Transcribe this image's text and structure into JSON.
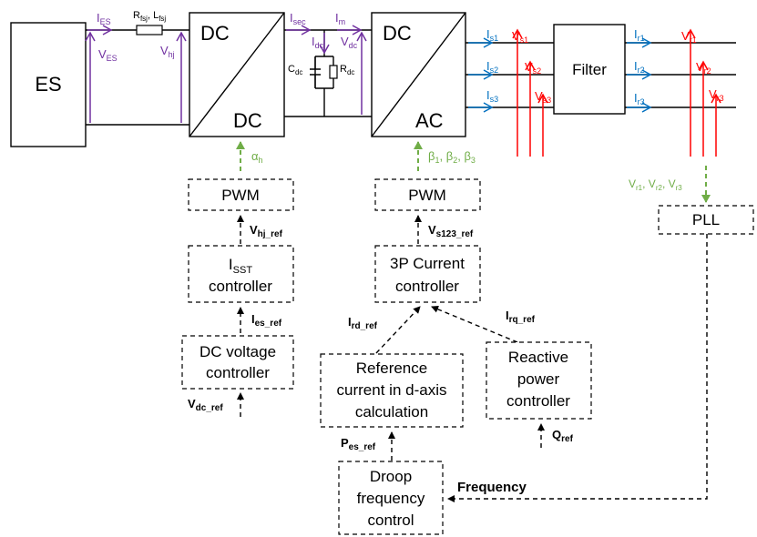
{
  "colors": {
    "voltage_current_dc": "#7030a0",
    "current_ac": "#0070c0",
    "voltage_ac": "#ff0000",
    "gating_signal": "#70ad47",
    "line": "#000000"
  },
  "blocks": {
    "es": "ES",
    "dcdc_top": "DC",
    "dcdc_bottom": "DC",
    "dcac_top": "DC",
    "dcac_bottom": "AC",
    "filter": "Filter",
    "pwm1": "PWM",
    "isst_main": "I",
    "isst_sub": "SST",
    "isst_line2": "controller",
    "dcv_line1": "DC voltage",
    "dcv_line2": "controller",
    "pwm2": "PWM",
    "cc_line1": "3P Current",
    "cc_line2": "controller",
    "refcur_line1": "Reference",
    "refcur_line2": "current in d-axis",
    "refcur_line3": "calculation",
    "rpc_line1": "Reactive",
    "rpc_line2": "power",
    "rpc_line3": "controller",
    "droop_line1": "Droop",
    "droop_line2": "frequency",
    "droop_line3": "control",
    "pll": "PLL"
  },
  "dc_link": {
    "ies": {
      "main": "I",
      "sub": "ES"
    },
    "ves": {
      "main": "V",
      "sub": "ES"
    },
    "r_fsj": {
      "main": "R",
      "sub": "fsj"
    },
    "comma_sep": ", ",
    "l_fsj": {
      "main": "L",
      "sub": "fsj"
    },
    "vhj": {
      "main": "V",
      "sub": "hj"
    },
    "isec": {
      "main": "I",
      "sub": "sec"
    },
    "idc": {
      "main": "I",
      "sub": "dc"
    },
    "im": {
      "main": "I",
      "sub": "m"
    },
    "vdc": {
      "main": "V",
      "sub": "dc"
    },
    "cdc": {
      "main": "C",
      "sub": "dc"
    },
    "rdc": {
      "main": "R",
      "sub": "dc"
    }
  },
  "ac_side": {
    "is1": {
      "main": "I",
      "sub": "s1"
    },
    "is2": {
      "main": "I",
      "sub": "s2"
    },
    "is3": {
      "main": "I",
      "sub": "s3"
    },
    "vs1": {
      "main": "V",
      "sub": "s1"
    },
    "vs2": {
      "main": "V",
      "sub": "s2"
    },
    "vs3": {
      "main": "V",
      "sub": "s3"
    },
    "ir1": {
      "main": "I",
      "sub": "r1"
    },
    "ir2": {
      "main": "I",
      "sub": "r2"
    },
    "ir3": {
      "main": "I",
      "sub": "r3"
    },
    "vr1": {
      "main": "V",
      "sub": "r1"
    },
    "vr2": {
      "main": "V",
      "sub": "r2"
    },
    "vr3": {
      "main": "V",
      "sub": "r3"
    }
  },
  "gating": {
    "alpha": {
      "main": "α",
      "sub": "h"
    },
    "beta": {
      "b1": "β",
      "s1": "1",
      "sep1": ", β",
      "s2": "2",
      "sep2": ", β",
      "s3": "3"
    },
    "vr_to_pll": {
      "v1": "V",
      "s1": "r1",
      "sep1": ", V",
      "s2": "r2",
      "sep2": ", V",
      "s3": "r3"
    }
  },
  "control_signals": {
    "vhj_ref": {
      "main": "V",
      "sub": "hj_ref"
    },
    "ies_ref": {
      "main": "I",
      "sub": "es_ref"
    },
    "vdc_ref": {
      "main": "V",
      "sub": "dc_ref"
    },
    "vs123_ref": {
      "main": "V",
      "sub": "s123_ref"
    },
    "ird_ref": {
      "main": "I",
      "sub": "rd_ref"
    },
    "irq_ref": {
      "main": "I",
      "sub": "rq_ref"
    },
    "q_ref": {
      "main": "Q",
      "sub": "ref"
    },
    "pes_ref": {
      "main": "P",
      "sub": "es_ref"
    },
    "frequency": "Frequency"
  }
}
